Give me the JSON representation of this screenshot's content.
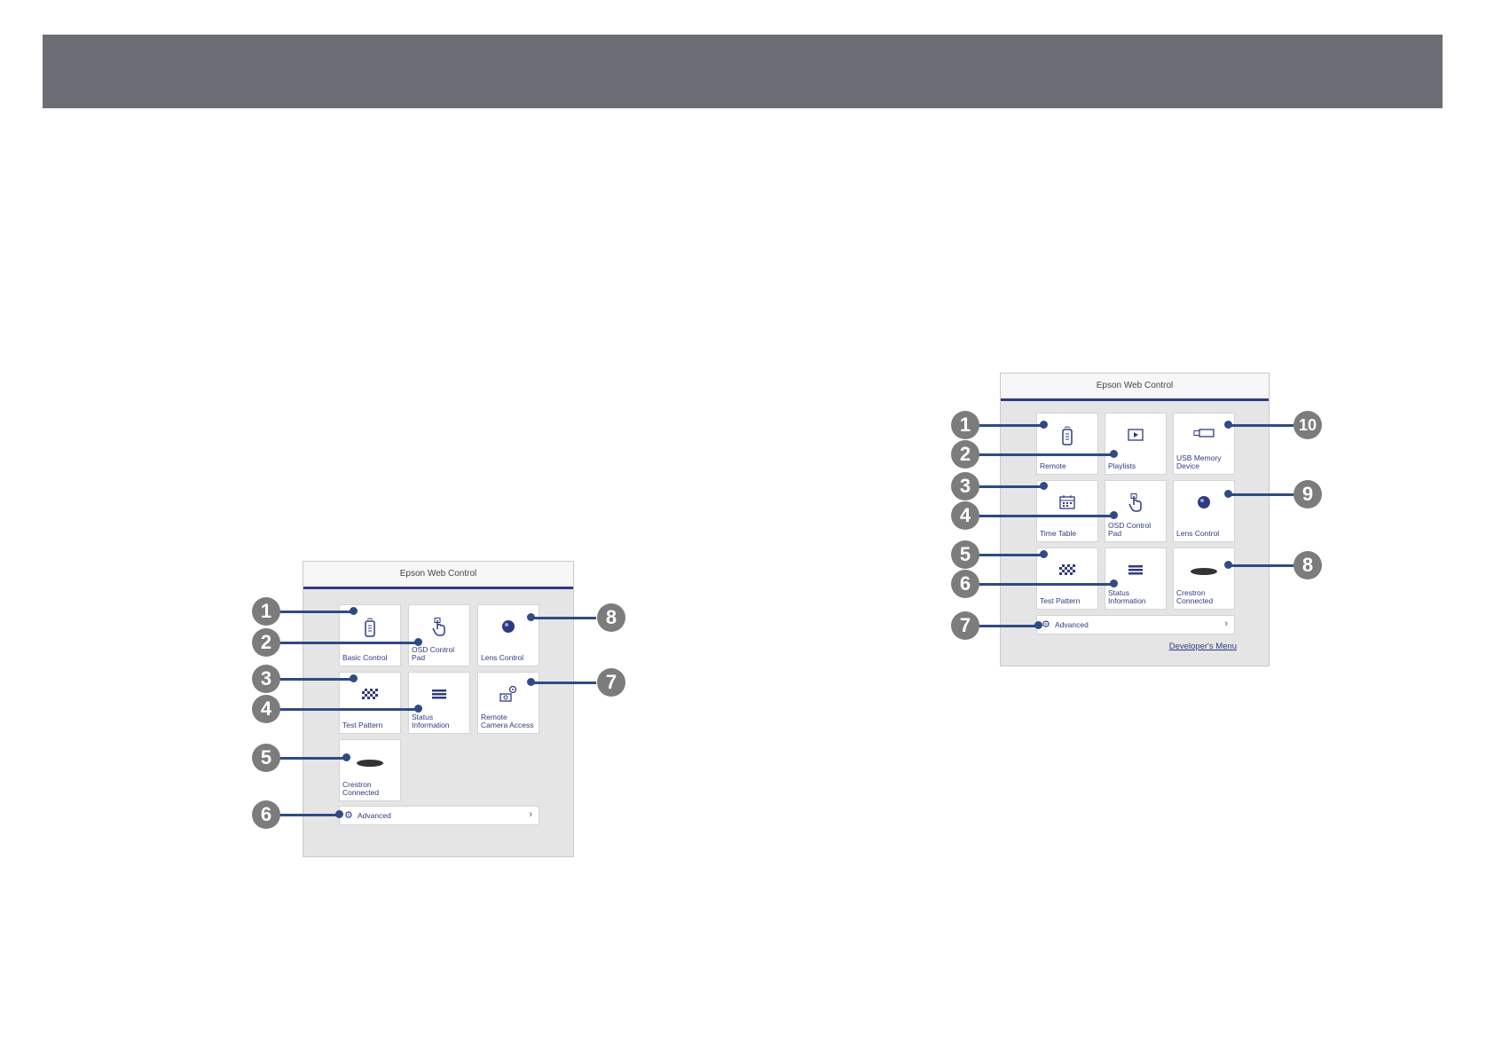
{
  "left_panel": {
    "title": "Epson Web Control",
    "tiles": [
      {
        "label": "Basic Control",
        "icon": "remote-icon"
      },
      {
        "label": "OSD Control\nPad",
        "icon": "touch-icon"
      },
      {
        "label": "Lens Control",
        "icon": "lens-icon"
      },
      {
        "label": "Test Pattern",
        "icon": "test-pattern-icon"
      },
      {
        "label": "Status\nInformation",
        "icon": "list-icon"
      },
      {
        "label": "Remote\nCamera Access",
        "icon": "camera-icon"
      },
      {
        "label": "Crestron\nConnected",
        "icon": "crestron-logo-icon"
      }
    ],
    "advanced_label": "Advanced",
    "callouts": [
      "1",
      "2",
      "3",
      "4",
      "5",
      "6",
      "7",
      "8"
    ]
  },
  "right_panel": {
    "title": "Epson Web Control",
    "tiles": [
      {
        "label": "Remote",
        "icon": "remote-icon"
      },
      {
        "label": "Playlists",
        "icon": "playlist-icon"
      },
      {
        "label": "USB Memory\nDevice",
        "icon": "usb-icon"
      },
      {
        "label": "Time Table",
        "icon": "calendar-icon"
      },
      {
        "label": "OSD Control\nPad",
        "icon": "touch-icon"
      },
      {
        "label": "Lens Control",
        "icon": "lens-icon"
      },
      {
        "label": "Test Pattern",
        "icon": "test-pattern-icon"
      },
      {
        "label": "Status\nInformation",
        "icon": "list-icon"
      },
      {
        "label": "Crestron\nConnected",
        "icon": "crestron-logo-icon"
      }
    ],
    "advanced_label": "Advanced",
    "developer_link": "Developer's Menu",
    "callouts": [
      "1",
      "2",
      "3",
      "4",
      "5",
      "6",
      "7",
      "8",
      "9",
      "10"
    ]
  },
  "colors": {
    "header": "#6b6e74",
    "accent": "#2e3b82",
    "callout": "#7c7c7c"
  }
}
